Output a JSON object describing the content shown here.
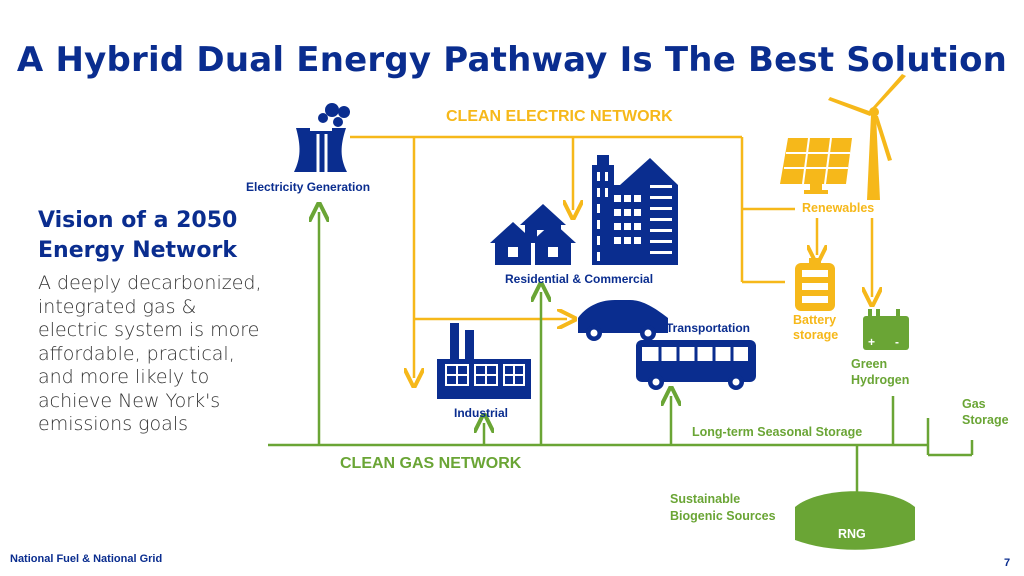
{
  "title": "A  Hybrid Dual Energy Pathway Is The Best Solution",
  "vision": {
    "heading_line1": "Vision of a 2050",
    "heading_line2": "Energy Network",
    "body_lines": [
      "A deeply decarbonized,",
      "integrated gas &",
      "electric system is more",
      "affordable, practical,",
      "and more likely to",
      "achieve New York's",
      "emissions goals"
    ]
  },
  "diagram": {
    "clean_electric": "CLEAN ELECTRIC NETWORK",
    "clean_gas": "CLEAN GAS NETWORK",
    "electricity_generation": "Electricity Generation",
    "residential_commercial": "Residential & Commercial",
    "transportation": "Transportation",
    "industrial": "Industrial",
    "renewables": "Renewables",
    "battery_line1": "Battery",
    "battery_line2": "storage",
    "hydrogen_line1": "Green",
    "hydrogen_line2": "Hydrogen",
    "gas_storage_line1": "Gas",
    "gas_storage_line2": "Storage",
    "seasonal_storage": "Long-term Seasonal Storage",
    "biogenic_line1": "Sustainable",
    "biogenic_line2": "Biogenic Sources",
    "rng": "RNG",
    "colors": {
      "navy": "#0a2d8f",
      "electric": "#f6b81a",
      "gas": "#6aa535"
    }
  },
  "footer": {
    "text": "National Fuel & National Grid",
    "page": "7"
  }
}
